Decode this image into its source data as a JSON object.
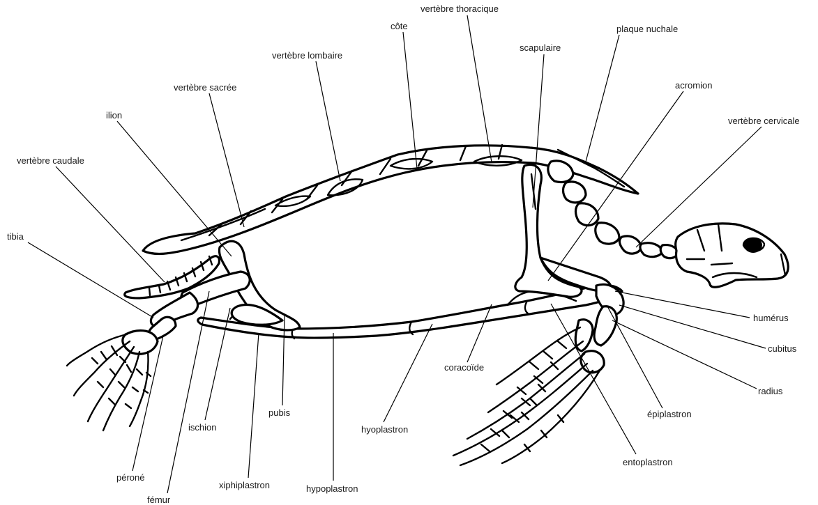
{
  "labels": {
    "vertebre_thoracique": "vertèbre thoracique",
    "cote": "côte",
    "plaque_nuchale": "plaque nuchale",
    "scapulaire": "scapulaire",
    "vertebre_lombaire": "vertèbre lombaire",
    "acromion": "acromion",
    "vertebre_sacree": "vertèbre sacrée",
    "ilion": "ilion",
    "vertebre_cervicale": "vertèbre cervicale",
    "vertebre_caudale": "vertèbre caudale",
    "tibia": "tibia",
    "humerus": "humérus",
    "cubitus": "cubitus",
    "coracoide": "coracoïde",
    "radius": "radius",
    "pubis": "pubis",
    "epiplastron": "épiplastron",
    "ischion": "ischion",
    "hyoplastron": "hyoplastron",
    "entoplastron": "entoplastron",
    "perone": "péroné",
    "xiphiplastron": "xiphiplastron",
    "hypoplastron": "hypoplastron",
    "femur": "fémur"
  },
  "colors": {
    "stroke": "#000000",
    "text": "#1a1a1a",
    "background": "#ffffff"
  }
}
